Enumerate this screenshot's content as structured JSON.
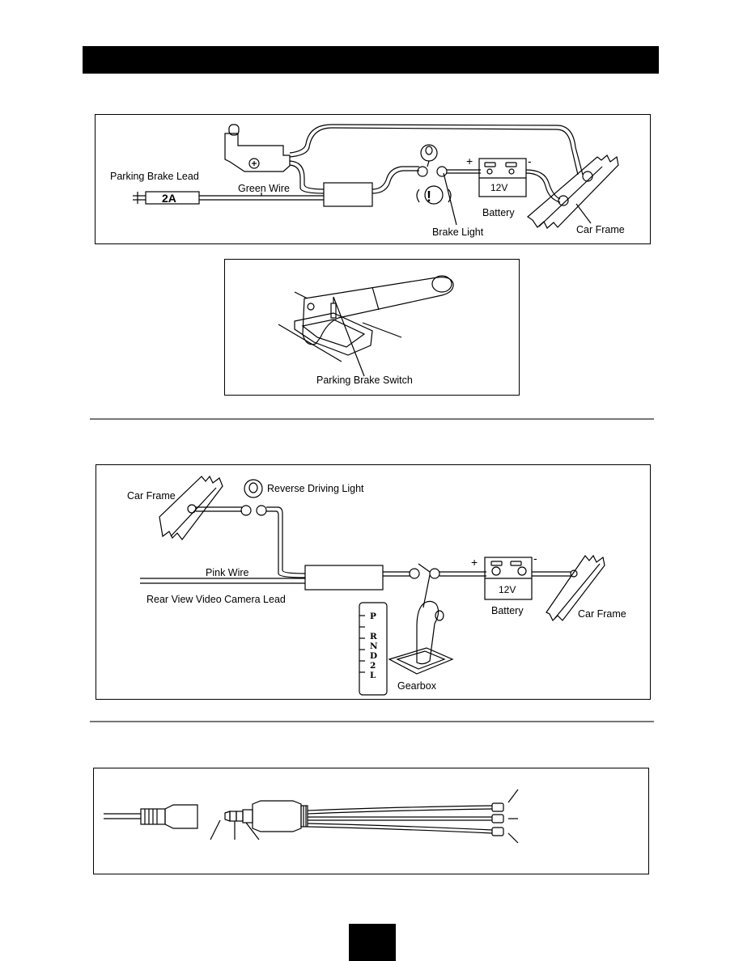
{
  "diagram1": {
    "parking_brake_lead": "Parking Brake Lead",
    "fuse": "2A",
    "green_wire": "Green Wire",
    "battery_voltage": "12V",
    "plus": "+",
    "minus": "-",
    "battery": "Battery",
    "brake_light": "Brake Light",
    "car_frame": "Car Frame"
  },
  "diagram2": {
    "parking_brake_switch": "Parking Brake Switch"
  },
  "diagram3": {
    "car_frame_left": "Car Frame",
    "reverse_driving_light": "Reverse Driving Light",
    "pink_wire": "Pink Wire",
    "rear_view_lead": "Rear View Video Camera Lead",
    "plus": "+",
    "minus": "-",
    "battery_voltage": "12V",
    "battery": "Battery",
    "car_frame_right": "Car Frame",
    "gearbox": "Gearbox",
    "gear_p": "P",
    "gear_r": "R",
    "gear_n": "N",
    "gear_d": "D",
    "gear_2": "2",
    "gear_l": "L"
  }
}
